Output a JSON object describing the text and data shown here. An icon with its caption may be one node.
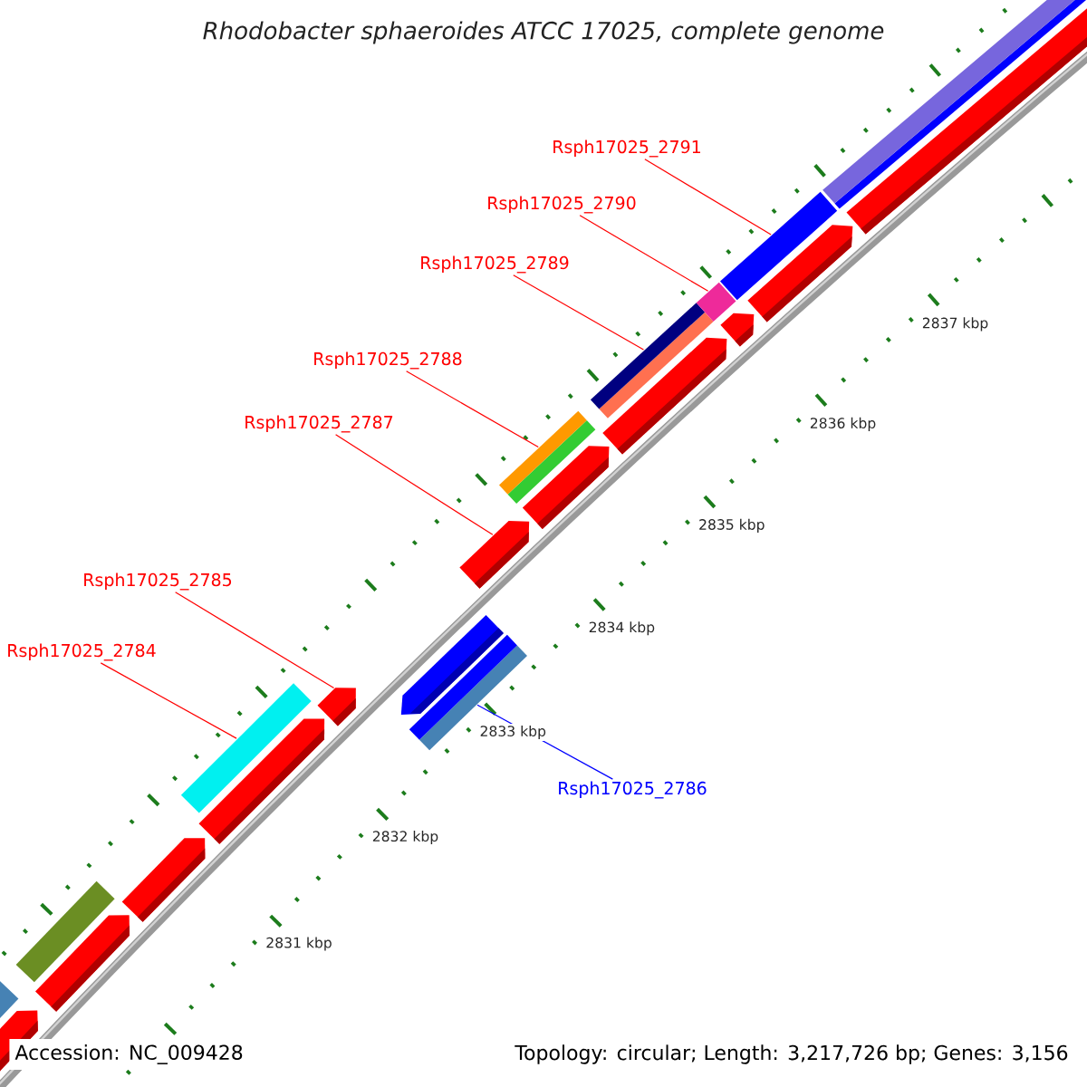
{
  "diagram": {
    "title": "Rhodobacter sphaeroides ATCC 17025, complete genome",
    "nodes": [
      {
        "text": [
          "Rsph17025_2791"
        ]
      },
      {
        "text": [
          "Rsph17025_2790"
        ]
      },
      {
        "text": [
          "Rsph17025_2789"
        ]
      },
      {
        "text": [
          "Rsph17025_2788"
        ]
      },
      {
        "text": [
          "Rsph17025_2787"
        ]
      },
      {
        "text": [
          "Rsph17025_2785"
        ]
      },
      {
        "text": [
          "Rsph17025_2784"
        ]
      },
      {
        "text": [
          "Rsph17025_2786"
        ]
      },
      {
        "text": [],
        "shape": "bar"
      },
      {
        "text": [],
        "shape": "arrow"
      },
      {
        "text": [],
        "shape": "bar"
      },
      {
        "text": [],
        "shape": "arrow"
      },
      {
        "text": [],
        "shape": "bar"
      },
      {
        "text": [],
        "shape": "bar"
      },
      {
        "text": [],
        "shape": "bar"
      },
      {
        "text": [],
        "shape": "bar"
      }
    ],
    "edges": [
      {
        "from": 0,
        "to": 15,
        "arrow": "none"
      },
      {
        "from": 1,
        "to": 14,
        "arrow": "none"
      },
      {
        "from": 2,
        "to": 13,
        "arrow": "none"
      },
      {
        "from": 3,
        "to": 12,
        "arrow": "none"
      },
      {
        "from": 4,
        "to": 11,
        "arrow": "none"
      },
      {
        "from": 5,
        "to": 9,
        "arrow": "none"
      },
      {
        "from": 6,
        "to": 8,
        "arrow": "none"
      },
      {
        "from": 7,
        "to": 10,
        "arrow": "none",
        "color": "#0000ff"
      }
    ],
    "labels": [
      "2837 kbp",
      "2836 kbp",
      "2835 kbp",
      "2834 kbp",
      "2833 kbp",
      "2832 kbp",
      "2831 kbp",
      "Accession: NC_009428",
      "Topology: circular; Length: 3,217,726 bp; Genes: 3,156"
    ]
  }
}
